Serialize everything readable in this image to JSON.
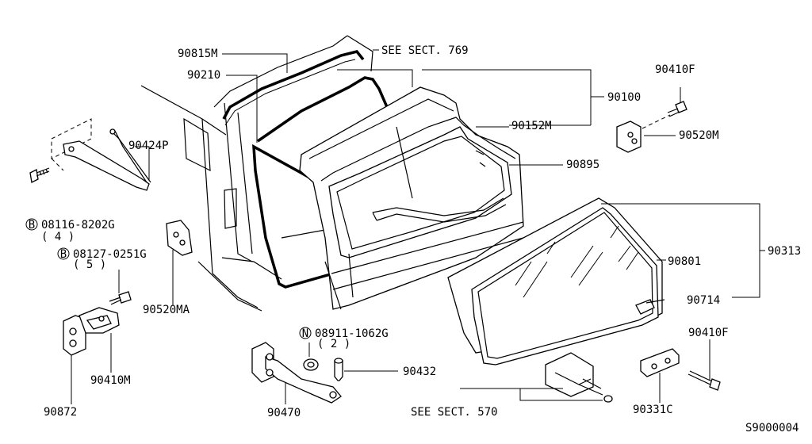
{
  "diagram": {
    "labels": {
      "p90815M": "90815M",
      "see769": "SEE SECT. 769",
      "p90210": "90210",
      "p90100": "90100",
      "p90410F_top": "90410F",
      "p90424P": "90424P",
      "p90152M": "90152M",
      "p90520M": "90520M",
      "p90895": "90895",
      "bolt1_num": "08116-8202G",
      "bolt1_qty": "( 4 )",
      "bolt2_num": "08127-0251G",
      "bolt2_qty": "( 5 )",
      "p90313": "90313",
      "p90801": "90801",
      "p90714": "90714",
      "p90520MA": "90520MA",
      "nut_num": "08911-1062G",
      "nut_qty": "( 2 )",
      "p90410F_bot": "90410F",
      "p90410M": "90410M",
      "p90432": "90432",
      "p90872": "90872",
      "p90470": "90470",
      "see570": "SEE SECT. 570",
      "p90331C": "90331C",
      "code": "S9000004"
    },
    "symbols": {
      "bolt": "B",
      "nut": "N"
    }
  }
}
